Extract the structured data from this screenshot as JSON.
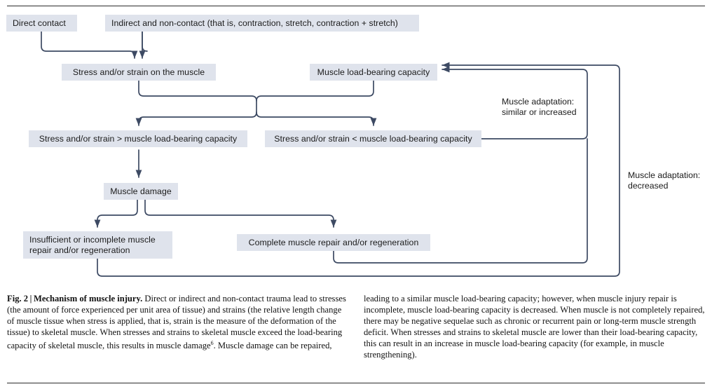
{
  "figure": {
    "label": "Fig. 2",
    "separator": "|",
    "title": "Mechanism of muscle injury.",
    "caption_part_1": " Direct or indirect and non-contact trauma lead to stresses (the amount of force experienced per unit area of tissue) and strains (the relative length change of muscle tissue when stress is applied, that is, strain is the measure of the deformation of the tissue) to skeletal muscle. When stresses and strains to skeletal muscle exceed the load-bearing capacity of skeletal muscle, this results in muscle damage",
    "reference_marker": "6",
    "caption_part_2": ". Muscle damage can be repaired, leading to a similar muscle load-bearing capacity; however, when muscle injury repair is incomplete, muscle load-bearing capacity is decreased. When muscle is not completely repaired, there may be negative sequelae such as chronic or recurrent pain or long-term muscle strength deficit. When stresses and strains to skeletal muscle are lower than their load-bearing capacity, this can result in an increase in muscle load-bearing capacity (for example, in muscle strengthening)."
  },
  "chart_data": {
    "type": "diagram",
    "title": "Mechanism of muscle injury",
    "nodes": [
      {
        "id": "direct_contact",
        "label": "Direct contact"
      },
      {
        "id": "indirect_contact",
        "label": "Indirect and non-contact (that is, contraction, stretch, contraction + stretch)"
      },
      {
        "id": "stress_strain",
        "label": "Stress and/or strain on the muscle"
      },
      {
        "id": "load_capacity",
        "label": "Muscle load-bearing capacity"
      },
      {
        "id": "stress_greater",
        "label": "Stress and/or strain > muscle load-bearing capacity"
      },
      {
        "id": "stress_less",
        "label": "Stress and/or strain < muscle load-bearing capacity"
      },
      {
        "id": "muscle_damage",
        "label": "Muscle damage"
      },
      {
        "id": "incomplete_repair",
        "label_line1": "Insufficient or incomplete muscle",
        "label_line2": "repair and/or regeneration"
      },
      {
        "id": "complete_repair",
        "label": "Complete muscle repair and/or regeneration"
      }
    ],
    "edge_labels": [
      {
        "id": "adaptation_similar",
        "text": "Muscle adaptation:\nsimilar or increased"
      },
      {
        "id": "adaptation_decreased",
        "text": "Muscle adaptation:\ndecreased"
      }
    ],
    "edges": [
      {
        "from": "direct_contact",
        "to": "stress_strain"
      },
      {
        "from": "indirect_contact",
        "to": "stress_strain"
      },
      {
        "from": "stress_strain",
        "to": "stress_greater"
      },
      {
        "from": "stress_strain",
        "to": "stress_less"
      },
      {
        "from": "load_capacity",
        "to": "stress_greater"
      },
      {
        "from": "load_capacity",
        "to": "stress_less"
      },
      {
        "from": "stress_greater",
        "to": "muscle_damage"
      },
      {
        "from": "muscle_damage",
        "to": "incomplete_repair"
      },
      {
        "from": "muscle_damage",
        "to": "complete_repair"
      },
      {
        "from": "stress_less",
        "to": "load_capacity",
        "label": "adaptation_similar"
      },
      {
        "from": "complete_repair",
        "to": "load_capacity",
        "label": "adaptation_similar"
      },
      {
        "from": "incomplete_repair",
        "to": "load_capacity",
        "label": "adaptation_decreased"
      }
    ],
    "colors": {
      "node_fill": "#dfe3ec",
      "line": "#3d4a63",
      "text": "#1b1b1b",
      "background": "#ffffff"
    }
  }
}
